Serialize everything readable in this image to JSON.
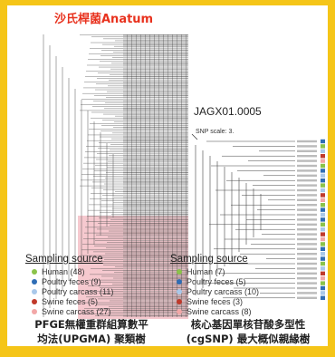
{
  "left": {
    "title": "沙氏桿菌Anatum",
    "legend_title": "Sampling source",
    "legend": [
      {
        "label": "Human (48)",
        "color": "#8bc34a"
      },
      {
        "label": "Poultry feces (9)",
        "color": "#2f6db5"
      },
      {
        "label": "Poultry carcass (11)",
        "color": "#a9c8ea"
      },
      {
        "label": "Swine feces (5)",
        "color": "#c0392b"
      },
      {
        "label": "Swine carcass (27)",
        "color": "#f2a7a7"
      }
    ],
    "caption_line1": "PFGE無權重群組算數平",
    "caption_line2": "均法(UPGMA) 聚類樹"
  },
  "right": {
    "title": "JAGX01.0005",
    "snp_scale": "SNP scale: 3.",
    "legend_title": "Sampling source",
    "legend": [
      {
        "label": "Human (7)",
        "color": "#8bc34a"
      },
      {
        "label": "Poultry feces (5)",
        "color": "#2f6db5"
      },
      {
        "label": "Poultry carcass (10)",
        "color": "#a9c8ea"
      },
      {
        "label": "Swine feces (3)",
        "color": "#c0392b"
      },
      {
        "label": "Swine carcass (8)",
        "color": "#f2a7a7"
      }
    ],
    "caption_line1": "核心基因單核苷酸多型性",
    "caption_line2": "(cgSNP) 最大概似親緣樹"
  },
  "colors": {
    "background": "#f5c518",
    "title_red": "#e8321e",
    "highlight_pink": "#f6c9cf"
  }
}
